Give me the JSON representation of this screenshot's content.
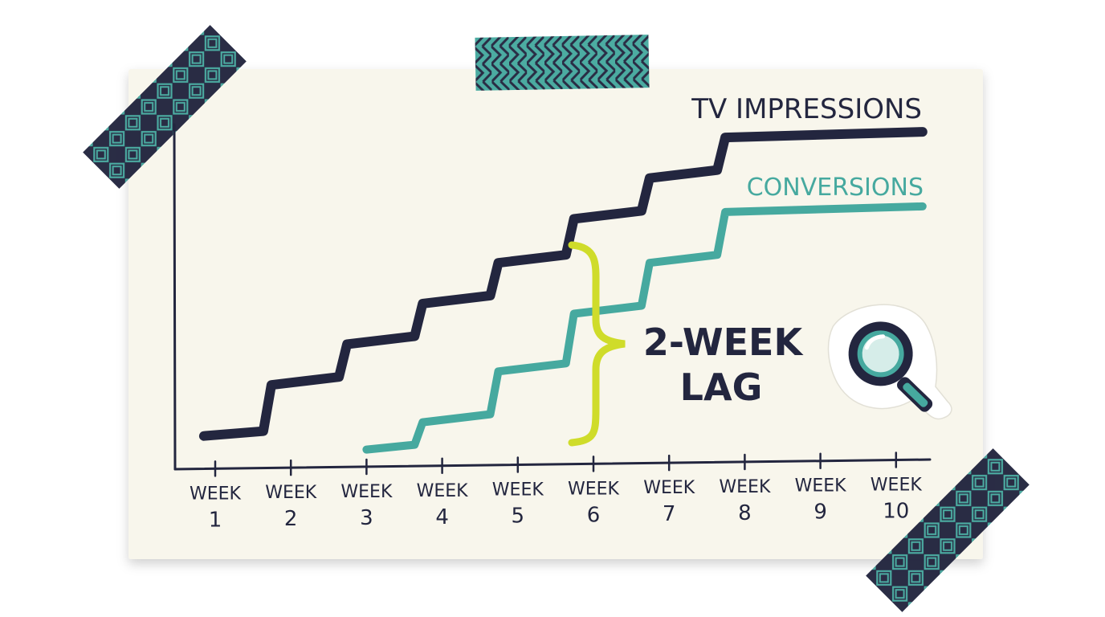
{
  "chart_data": {
    "type": "line",
    "step": true,
    "x_ticks": [
      {
        "top": "WEEK",
        "bottom": "1"
      },
      {
        "top": "WEEK",
        "bottom": "2"
      },
      {
        "top": "WEEK",
        "bottom": "3"
      },
      {
        "top": "WEEK",
        "bottom": "4"
      },
      {
        "top": "WEEK",
        "bottom": "5"
      },
      {
        "top": "WEEK",
        "bottom": "6"
      },
      {
        "top": "WEEK",
        "bottom": "7"
      },
      {
        "top": "WEEK",
        "bottom": "8"
      },
      {
        "top": "WEEK",
        "bottom": "9"
      },
      {
        "top": "WEEK",
        "bottom": "10"
      }
    ],
    "x_range": [
      0.8,
      10.4
    ],
    "y_range": [
      0,
      10
    ],
    "grid": false,
    "series": [
      {
        "name": "TV IMPRESSIONS",
        "color": "#23263f",
        "start_x": 0.85,
        "end_x": 10.35,
        "step_weeks": [
          1.7,
          2.7,
          3.7,
          4.7,
          5.7,
          6.7,
          7.7
        ],
        "levels": [
          0.6,
          2.2,
          3.4,
          4.6,
          5.8,
          7.1,
          8.3,
          9.5
        ]
      },
      {
        "name": "CONVERSIONS",
        "color": "#46a99f",
        "start_x": 3.0,
        "end_x": 10.35,
        "step_weeks": [
          3.7,
          4.7,
          5.7,
          6.7,
          7.7
        ],
        "levels": [
          0.2,
          1.1,
          2.6,
          4.3,
          5.8,
          7.3
        ]
      }
    ],
    "annotation": {
      "lines": [
        "2-WEEK",
        "LAG"
      ],
      "bracket_color": "#cfdc2a"
    },
    "icons": [
      "magnifying-glass-icon"
    ],
    "decor_colors": {
      "paper": "#f8f6ec",
      "tape_dark": "#23263f",
      "tape_teal": "#46a99f"
    }
  }
}
